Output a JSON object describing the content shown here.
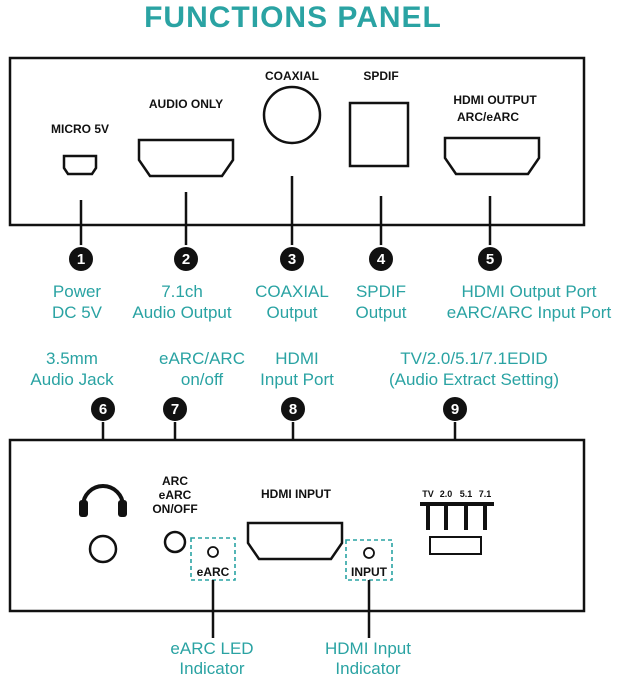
{
  "title": "FUNCTIONS PANEL",
  "top_panel": {
    "micro_5v": "MICRO 5V",
    "audio_only": "AUDIO ONLY",
    "coaxial": "COAXIAL",
    "spdif": "SPDIF",
    "hdmi_output_line1": "HDMI OUTPUT",
    "hdmi_output_line2": "ARC/eARC"
  },
  "callouts_top": [
    {
      "num": "1",
      "line1": "Power",
      "line2": "DC 5V"
    },
    {
      "num": "2",
      "line1": "7.1ch",
      "line2": "Audio Output"
    },
    {
      "num": "3",
      "line1": "COAXIAL",
      "line2": "Output"
    },
    {
      "num": "4",
      "line1": "SPDIF",
      "line2": "Output"
    },
    {
      "num": "5",
      "line1": "HDMI Output Port",
      "line2": "eARC/ARC Input Port"
    }
  ],
  "callouts_bottom": [
    {
      "num": "6",
      "line1": "3.5mm",
      "line2": "Audio Jack"
    },
    {
      "num": "7",
      "line1": "eARC/ARC",
      "line2": "on/off"
    },
    {
      "num": "8",
      "line1": "HDMI",
      "line2": "Input Port"
    },
    {
      "num": "9",
      "line1": "TV/2.0/5.1/7.1EDID",
      "line2": "(Audio Extract Setting)"
    }
  ],
  "bottom_panel": {
    "arc_switch_line1": "ARC",
    "arc_switch_line2": "eARC",
    "arc_switch_line3": "ON/OFF",
    "hdmi_input": "HDMI INPUT",
    "earc_led": "eARC",
    "input_led": "INPUT",
    "edid_tv": "TV",
    "edid_20": "2.0",
    "edid_51": "5.1",
    "edid_71": "7.1"
  },
  "indicators": {
    "earc_led_line1": "eARC LED",
    "earc_led_line2": "Indicator",
    "hdmi_input_line1": "HDMI Input",
    "hdmi_input_line2": "Indicator"
  },
  "colors": {
    "accent": "#2aa3a3",
    "ink": "#111111"
  }
}
